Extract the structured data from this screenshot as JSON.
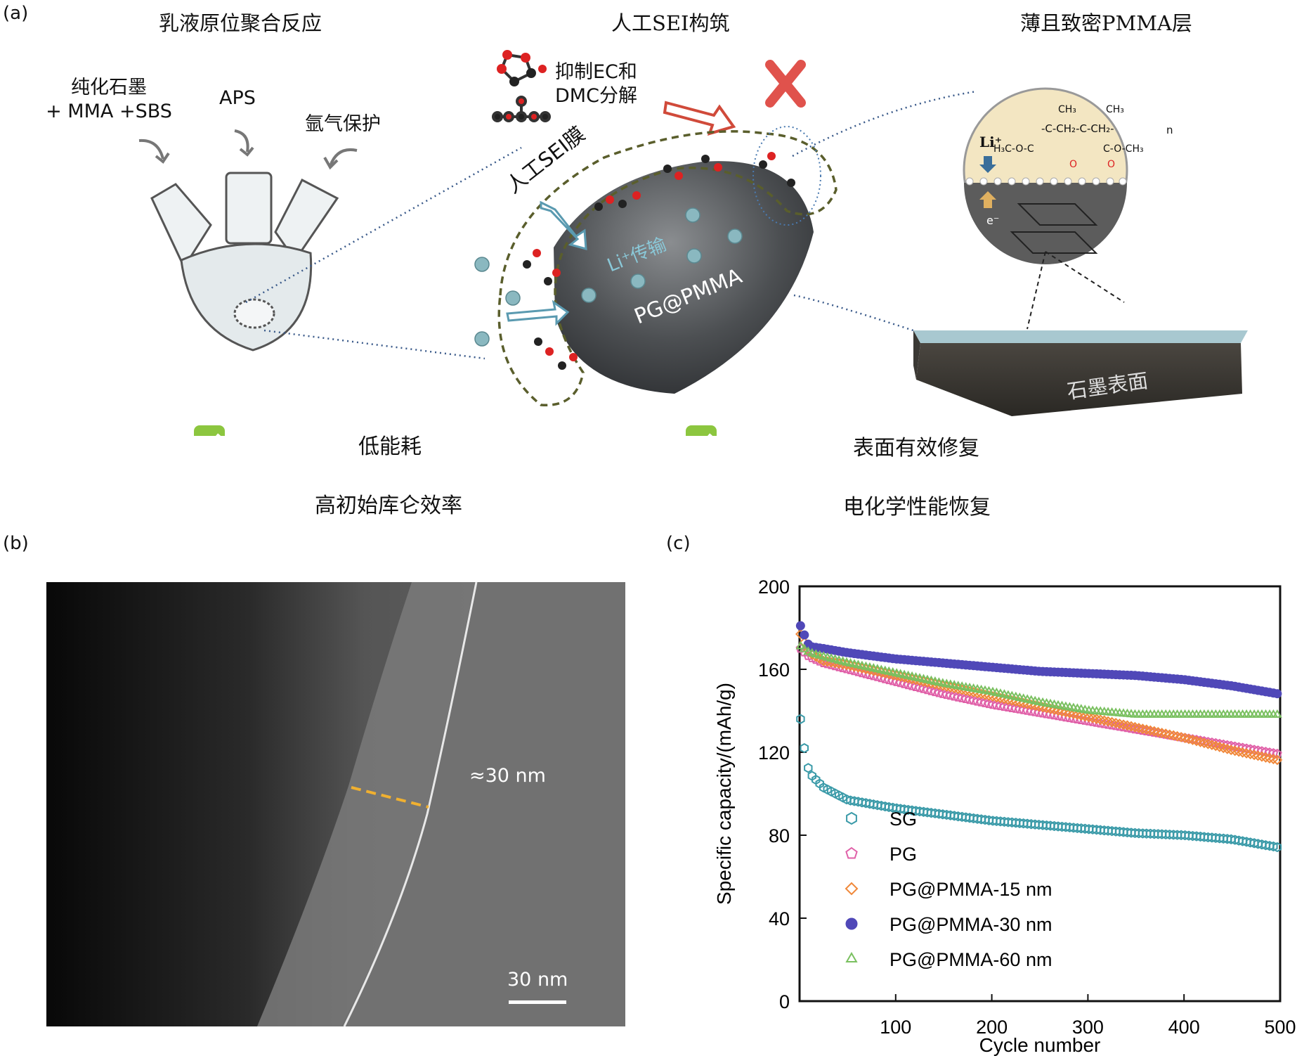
{
  "panel_a": {
    "tag": "(a)",
    "titles": {
      "left": "乳液原位聚合反应",
      "center": "人工SEI构筑",
      "right": "薄且致密PMMA层"
    },
    "flask_labels": {
      "graphite": "纯化石墨\n+ MMA +SBS",
      "aps": "APS",
      "argon": "氩气保护"
    },
    "suppress_label": "抑制EC和\nDMC分解",
    "sei_film": "人工SEI膜",
    "li_transport": "Li⁺传输",
    "particle": "PG@PMMA",
    "surface": "石墨表面",
    "chem": {
      "ch3": "CH₃",
      "chain": "-C-CH₂-C-CH₂-",
      "ester": "H₃C-O-C",
      "ester2": "C-O-CH₃",
      "n": "n",
      "li": "Li⁺",
      "e": "e⁻",
      "o": "O"
    },
    "advantages": [
      "低能耗",
      "高初始库仑效率",
      "表面有效修复",
      "电化学性能恢复"
    ],
    "colors": {
      "check": "#8cc63f",
      "cross": "#e0524c",
      "arrow": "#d04a3a",
      "sei": "#5a5e2c"
    }
  },
  "panel_b": {
    "tag": "(b)",
    "thickness_label": "≈30 nm",
    "scale_bar_label": "30 nm"
  },
  "panel_c": {
    "tag": "(c)",
    "chart_data": {
      "type": "scatter",
      "xlabel": "Cycle number",
      "ylabel": "Specific capacity/(mAh/g)",
      "xlim": [
        0,
        500
      ],
      "ylim": [
        0,
        200
      ],
      "xticks": [
        100,
        200,
        300,
        400,
        500
      ],
      "yticks": [
        0,
        40,
        80,
        120,
        160,
        200
      ],
      "legend_position": "lower-left",
      "grid": false,
      "series": [
        {
          "name": "SG",
          "marker": "hexagon-open",
          "color": "#3a9aa8",
          "x": [
            1,
            5,
            10,
            25,
            50,
            100,
            150,
            200,
            250,
            300,
            350,
            400,
            450,
            500
          ],
          "y": [
            136,
            122,
            110,
            103,
            97,
            93,
            90,
            87,
            85,
            83,
            81,
            80,
            78,
            74
          ]
        },
        {
          "name": "PG",
          "marker": "pentagon-open",
          "color": "#e060a8",
          "x": [
            1,
            10,
            25,
            50,
            100,
            150,
            200,
            250,
            300,
            350,
            400,
            450,
            500
          ],
          "y": [
            170,
            166,
            163,
            160,
            154,
            148,
            143,
            139,
            135,
            131,
            127,
            123,
            119
          ]
        },
        {
          "name": "PG@PMMA-15 nm",
          "marker": "diamond-open",
          "color": "#f0883a",
          "x": [
            1,
            10,
            25,
            50,
            100,
            150,
            200,
            250,
            300,
            350,
            400,
            450,
            500
          ],
          "y": [
            177,
            168,
            164,
            162,
            157,
            152,
            147,
            142,
            137,
            132,
            127,
            121,
            116
          ]
        },
        {
          "name": "PG@PMMA-30 nm",
          "marker": "circle-filled",
          "color": "#5048b8",
          "x": [
            1,
            10,
            25,
            50,
            100,
            150,
            200,
            250,
            300,
            350,
            400,
            450,
            500
          ],
          "y": [
            181,
            171,
            170,
            168,
            165,
            163,
            161,
            159,
            158,
            157,
            155,
            152,
            148
          ]
        },
        {
          "name": "PG@PMMA-60 nm",
          "marker": "triangle-open",
          "color": "#7ac060",
          "x": [
            1,
            10,
            25,
            50,
            100,
            150,
            200,
            250,
            300,
            350,
            400,
            450,
            500
          ],
          "y": [
            171,
            168,
            166,
            163,
            158,
            153,
            149,
            144,
            140,
            138,
            138,
            138,
            138
          ]
        }
      ]
    }
  }
}
